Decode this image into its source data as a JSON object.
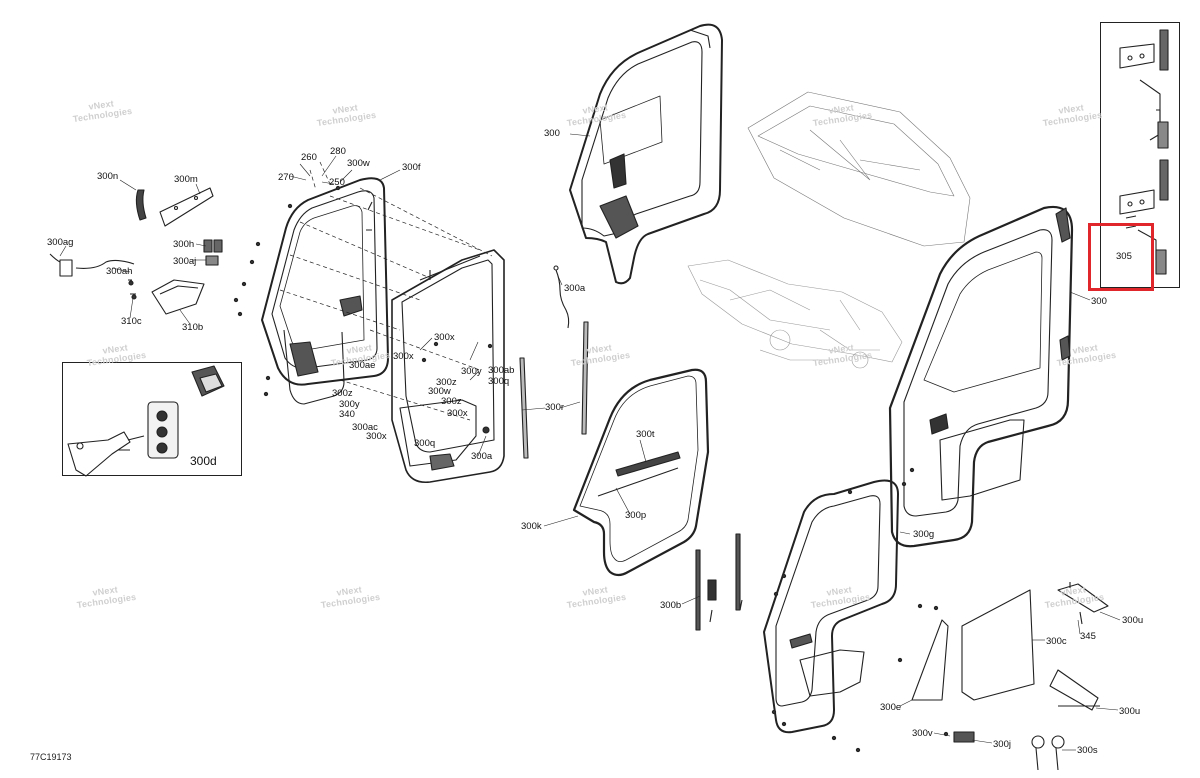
{
  "diagram": {
    "figure_code": "77C19173",
    "highlighted_part": "305",
    "watermark": {
      "line1": "vNext",
      "line2": "Technologies"
    },
    "highlight_color": "#e0262a"
  },
  "callouts": {
    "c300n": "300n",
    "c300m": "300m",
    "c300ag": "300ag",
    "c300ah": "300ah",
    "c300h": "300h",
    "c300aj": "300aj",
    "c310c": "310c",
    "c310b": "310b",
    "c300d": "300d",
    "c260": "260",
    "c280": "280",
    "c270": "270",
    "c250": "250",
    "c300w_top": "300w",
    "c300f": "300f",
    "c300x_1": "300x",
    "c300x_2": "300x",
    "c300ae": "300ae",
    "c300z_1": "300z",
    "c300y_1": "300y",
    "c340": "340",
    "c300ac": "300ac",
    "c300x_3": "300x",
    "c300q": "300q",
    "c300z_2": "300z",
    "c300w_2": "300w",
    "c300y_2": "300y",
    "c300x_4": "300x",
    "c300ab": "300ab",
    "c300q_2": "300q",
    "c300a_1": "300a",
    "c300a_2": "300a",
    "c300r": "300r",
    "c300k": "300k",
    "c300t": "300t",
    "c300p": "300p",
    "c300b": "300b",
    "c300_left": "300",
    "c300_right": "300",
    "c305": "305",
    "c300g": "300g",
    "c300u_1": "300u",
    "c345": "345",
    "c300c": "300c",
    "c300u_2": "300u",
    "c300e": "300e",
    "c300v": "300v",
    "c300j": "300j",
    "c300s": "300s"
  }
}
